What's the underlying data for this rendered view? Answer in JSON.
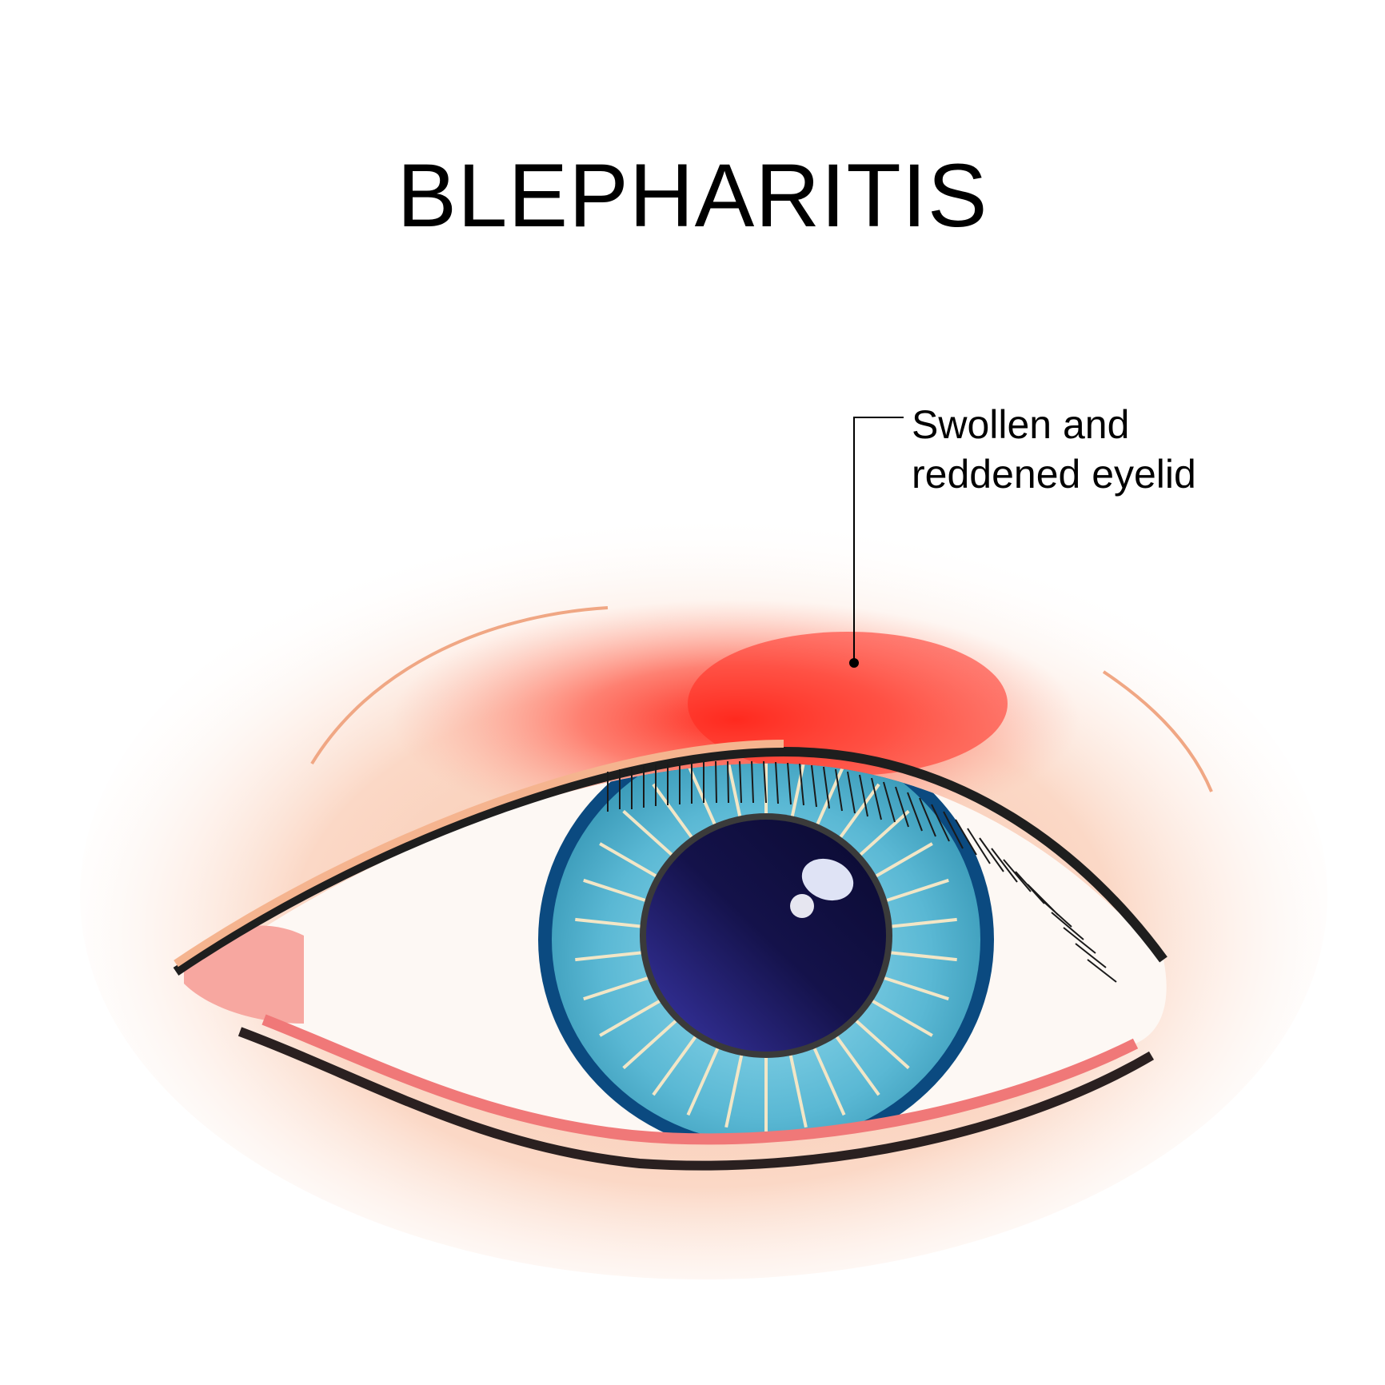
{
  "title": "BLEPHARITIS",
  "annotations": [
    {
      "label_line1": "Swollen and",
      "label_line2": "reddened eyelid",
      "target": "upper-eyelid",
      "leader_color": "#000000"
    }
  ],
  "colors": {
    "inflammation": "#ff3b30",
    "skin": "#fbd3bd",
    "iris_outer": "#0b4a80",
    "iris": "#5ab8d4",
    "pupil": "#14124a",
    "eyelid_rim": "#f07878",
    "lash": "#1a1a1a"
  }
}
